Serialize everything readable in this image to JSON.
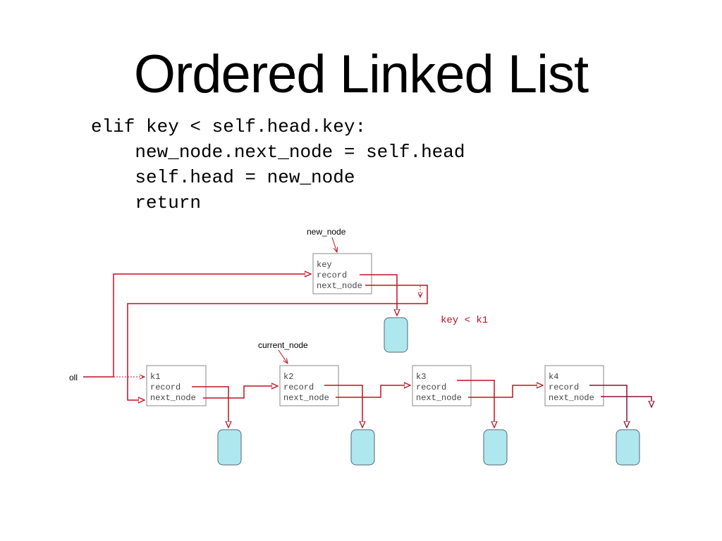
{
  "slide": {
    "title": "Ordered Linked List",
    "code_lines": [
      "elif key < self.head.key:",
      "    new_node.next_node = self.head",
      "    self.head = new_node",
      "    return"
    ]
  },
  "diagram": {
    "new_node_label": "new_node",
    "current_node_label": "current_node",
    "oll_label": "oll",
    "condition_label": "key < k1",
    "new_node_fields": [
      "key",
      "record",
      "next_node"
    ],
    "nodes": [
      {
        "fields": [
          "k1",
          "record",
          "next_node"
        ]
      },
      {
        "fields": [
          "k2",
          "record",
          "next_node"
        ]
      },
      {
        "fields": [
          "k3",
          "record",
          "next_node"
        ]
      },
      {
        "fields": [
          "k4",
          "record",
          "next_node"
        ]
      }
    ],
    "colors": {
      "arrow": "#c01020",
      "dark_arrow": "#8a1030",
      "record_fill": "#aee8ee",
      "record_stroke": "#556677",
      "box_stroke": "#888888"
    }
  }
}
